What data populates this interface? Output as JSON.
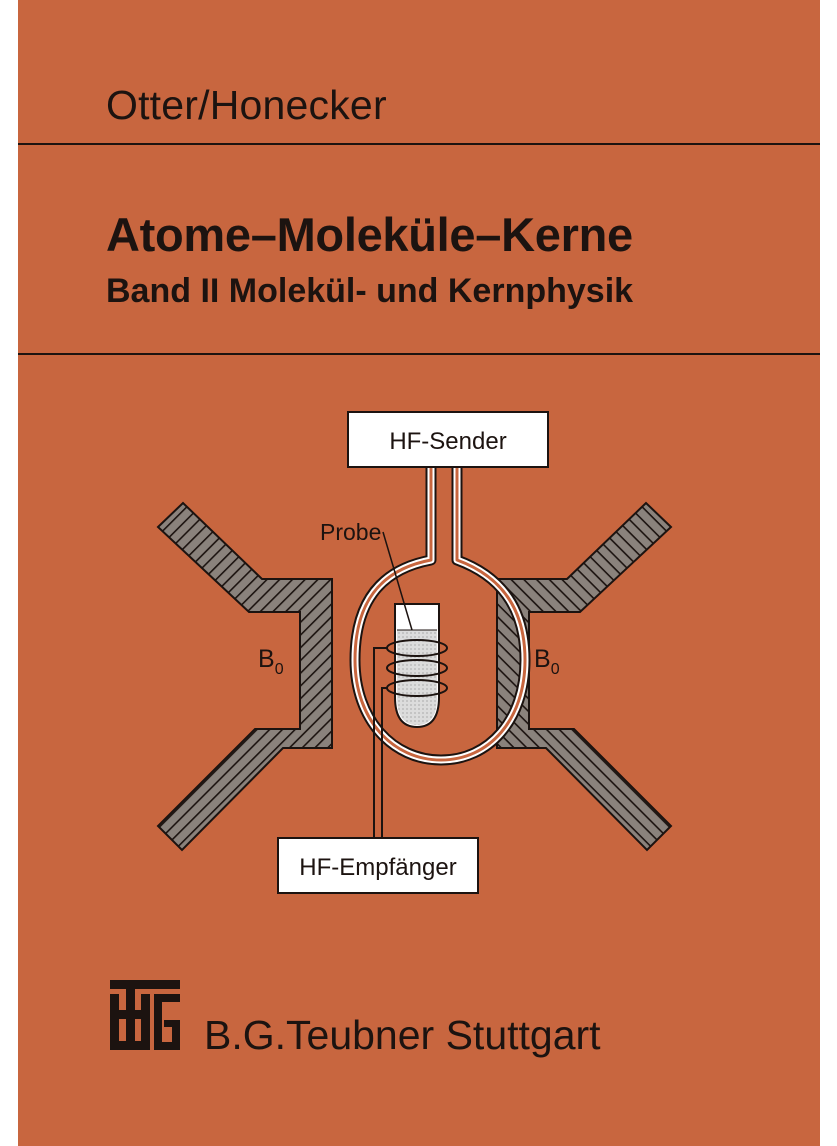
{
  "cover": {
    "author": "Otter/Honecker",
    "title": "Atome–Moleküle–Kerne",
    "subtitle": "Band II  Molekül- und Kernphysik",
    "publisher": "B.G.Teubner Stuttgart",
    "background_color": "#c8663f",
    "ink_color": "#1c1310"
  },
  "diagram": {
    "sender_label": "HF-Sender",
    "receiver_label": "HF-Empfänger",
    "sample_label": "Probe",
    "field_symbol": "B",
    "field_subscript": "0"
  },
  "logo": {
    "glyphs": "TBG",
    "icon": "teubner-logo-icon"
  }
}
